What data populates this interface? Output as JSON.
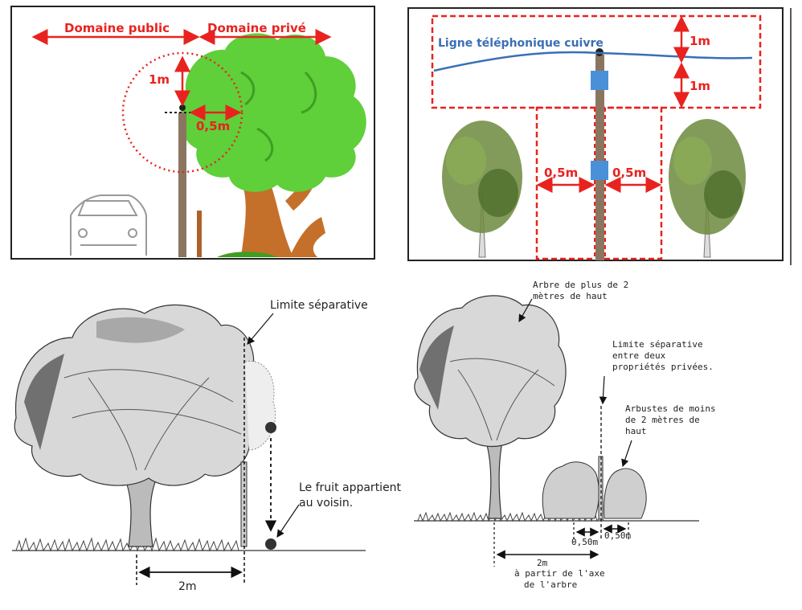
{
  "panel_top_left": {
    "public_domain": "Domaine public",
    "private_domain": "Domaine privé",
    "vertical_distance": "1m",
    "horizontal_distance": "0,5m"
  },
  "panel_top_right": {
    "line_name": "Ligne téléphonique cuivre",
    "upper_distance": "1m",
    "lower_distance": "1m",
    "left_distance": "0,5m",
    "right_distance": "0,5m"
  },
  "panel_bottom_left": {
    "boundary": "Limite séparative",
    "fruit_line1": "Le fruit appartient",
    "fruit_line2": "au voisin.",
    "distance": "2m"
  },
  "panel_bottom_right": {
    "tall_tree_line1": "Arbre de plus de 2",
    "tall_tree_line2": "mètres de haut",
    "boundary_line1": "Limite séparative",
    "boundary_line2": "entre deux",
    "boundary_line3": "propriétés privées.",
    "shrubs_line1": "Arbustes de moins",
    "shrubs_line2": "de 2 mètres de",
    "shrubs_line3": "haut",
    "distance_left": "0,50m",
    "distance_right": "0,50m",
    "distance_tree": "2m",
    "distance_tree_note1": "à partir de l'axe",
    "distance_tree_note2": "de l'arbre"
  },
  "colors": {
    "red": "#e8231f",
    "blue_line": "#3a6fb5",
    "tree_green": "#5fcf3a",
    "trunk_brown": "#c5702a"
  }
}
